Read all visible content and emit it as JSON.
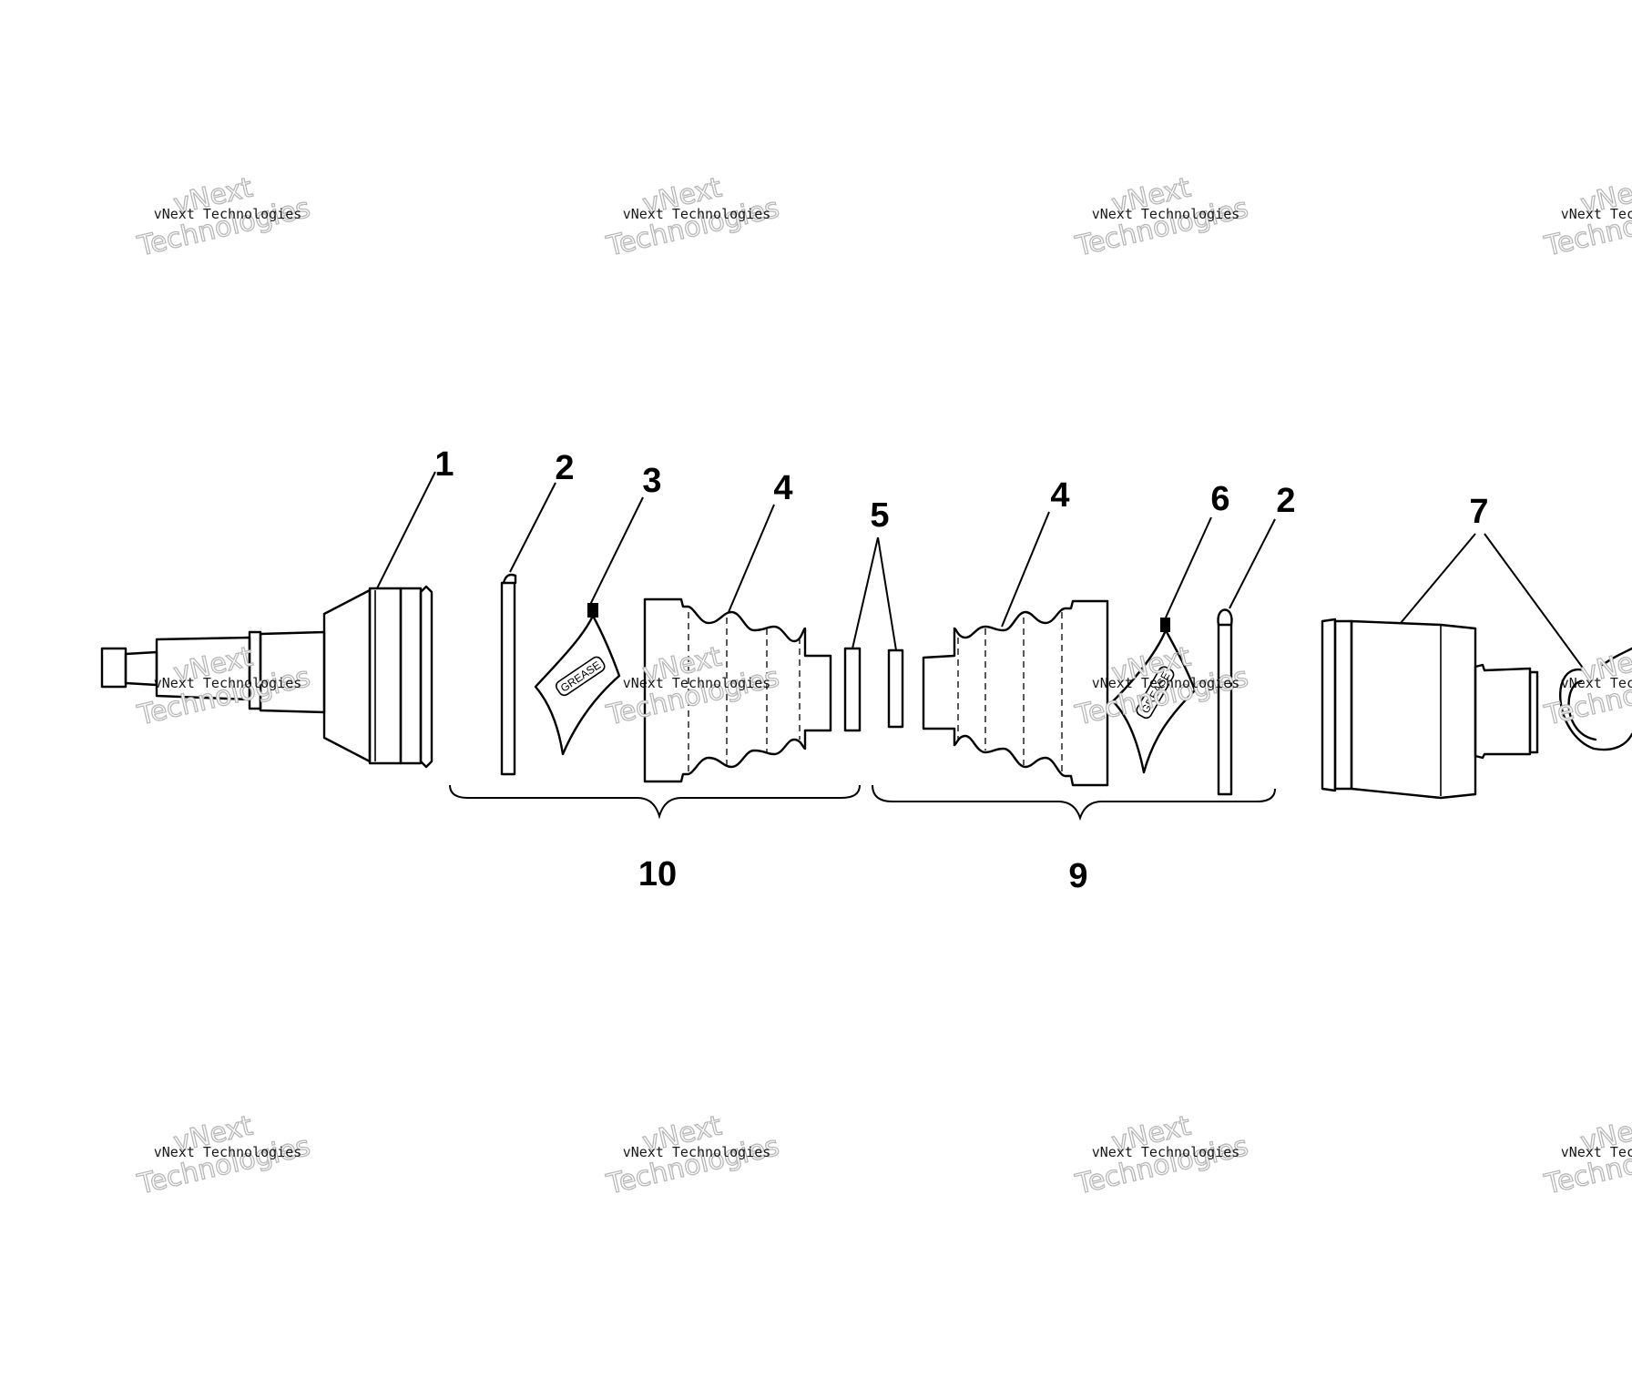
{
  "figure": {
    "callouts": {
      "c1": "1",
      "c2a": "2",
      "c3": "3",
      "c4a": "4",
      "c5": "5",
      "c4b": "4",
      "c6": "6",
      "c2b": "2",
      "c7": "7",
      "c10": "10",
      "c9": "9"
    },
    "grease_label": "GREASE",
    "watermark": {
      "line_small": "vNext Technologies",
      "line_big_1": "vNext",
      "line_big_2": "Technologies"
    }
  }
}
